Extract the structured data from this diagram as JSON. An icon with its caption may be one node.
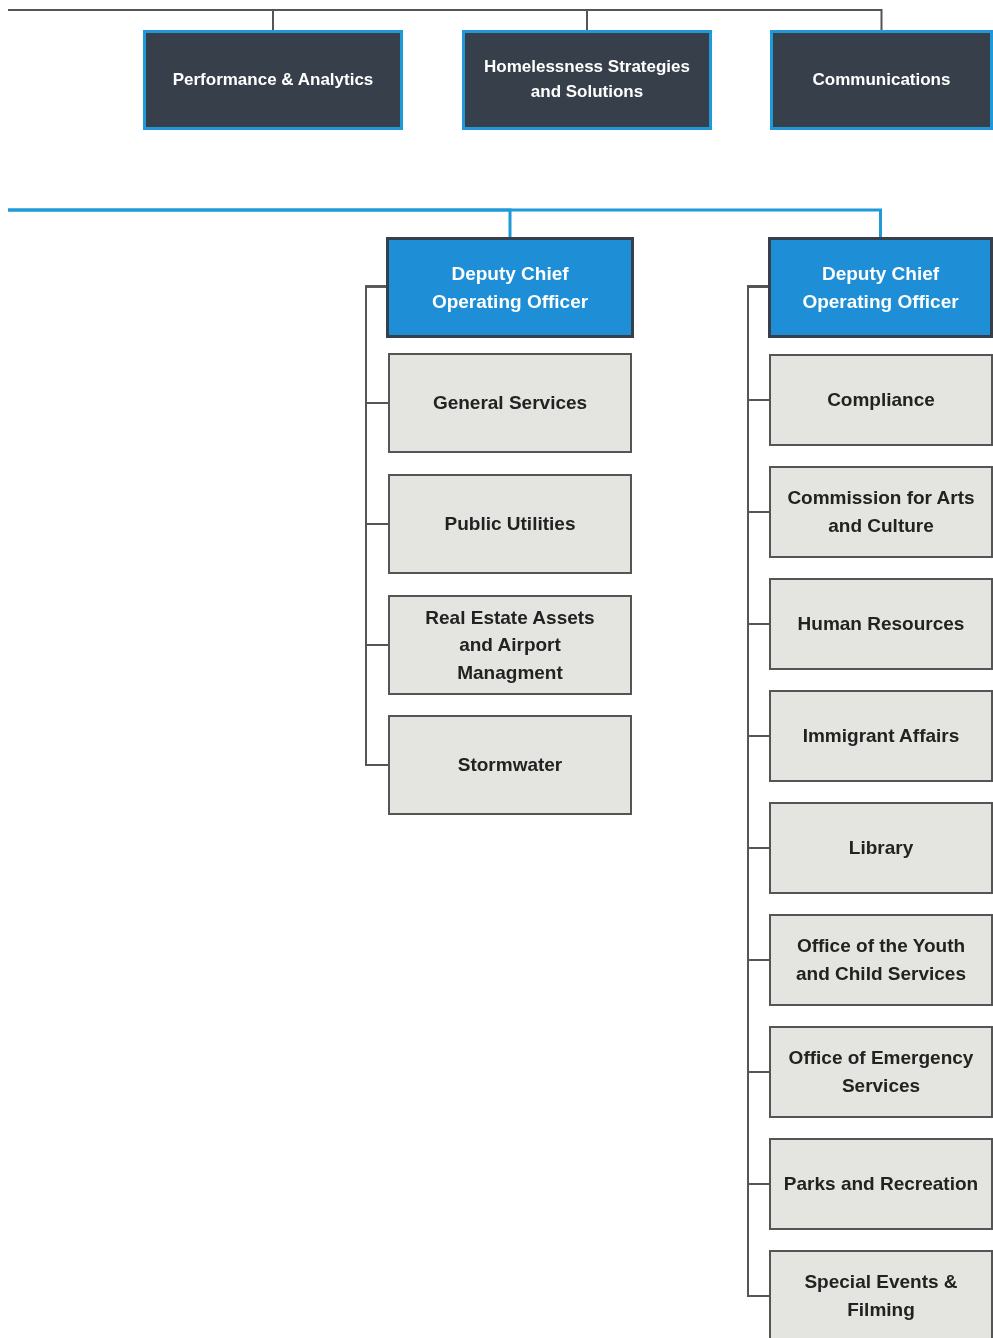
{
  "diagram": {
    "nodes": [
      {
        "text": [
          "Performance & Analytics"
        ]
      },
      {
        "text": [
          "Homelessness Strategies and Solutions"
        ]
      },
      {
        "text": [
          "Communications"
        ]
      },
      {
        "text": [
          "Deputy Chief Operating Officer"
        ]
      },
      {
        "text": [
          "General Services"
        ]
      },
      {
        "text": [
          "Public Utilities"
        ]
      },
      {
        "text": [
          "Real Estate Assets and Airport Managment"
        ]
      },
      {
        "text": [
          "Stormwater"
        ]
      },
      {
        "text": [
          "Deputy Chief Operating Officer"
        ]
      },
      {
        "text": [
          "Compliance"
        ]
      },
      {
        "text": [
          "Commission for Arts and Culture"
        ]
      },
      {
        "text": [
          "Human Resources"
        ]
      },
      {
        "text": [
          "Immigrant Affairs"
        ]
      },
      {
        "text": [
          "Library"
        ]
      },
      {
        "text": [
          "Office of the Youth and Child Services"
        ]
      },
      {
        "text": [
          "Office of Emergency Services"
        ]
      },
      {
        "text": [
          "Parks and Recreation"
        ]
      },
      {
        "text": [
          "Special Events & Filming"
        ]
      }
    ],
    "edges": [
      {
        "from": null,
        "to": 0,
        "arrow": "none"
      },
      {
        "from": null,
        "to": 1,
        "arrow": "none"
      },
      {
        "from": null,
        "to": 2,
        "arrow": "none"
      },
      {
        "from": null,
        "to": 3,
        "arrow": "none",
        "color": "#1e9ad8"
      },
      {
        "from": null,
        "to": 8,
        "arrow": "none",
        "color": "#1e9ad8"
      },
      {
        "from": 3,
        "to": 4,
        "arrow": "none"
      },
      {
        "from": 3,
        "to": 5,
        "arrow": "none"
      },
      {
        "from": 3,
        "to": 6,
        "arrow": "none"
      },
      {
        "from": 3,
        "to": 7,
        "arrow": "none"
      },
      {
        "from": 8,
        "to": 9,
        "arrow": "none"
      },
      {
        "from": 8,
        "to": 10,
        "arrow": "none"
      },
      {
        "from": 8,
        "to": 11,
        "arrow": "none"
      },
      {
        "from": 8,
        "to": 12,
        "arrow": "none"
      },
      {
        "from": 8,
        "to": 13,
        "arrow": "none"
      },
      {
        "from": 8,
        "to": 14,
        "arrow": "none"
      },
      {
        "from": 8,
        "to": 15,
        "arrow": "none"
      },
      {
        "from": 8,
        "to": 16,
        "arrow": "none"
      },
      {
        "from": 8,
        "to": 17,
        "arrow": "none"
      }
    ]
  }
}
